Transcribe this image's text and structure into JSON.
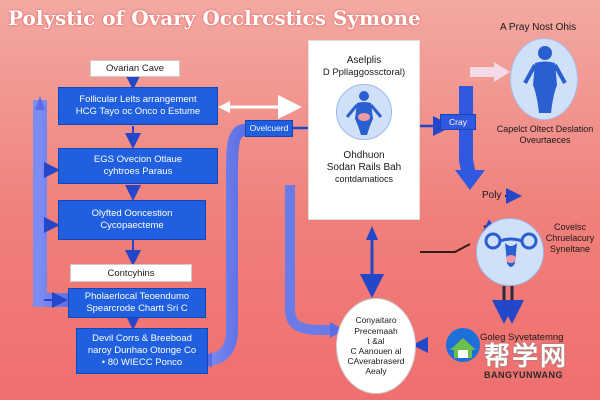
{
  "title": "Polystic of Ovary Occlrcstics Symone",
  "left_column": {
    "header": "Ovarian Cave",
    "box1": [
      "Follicular Lelts arrangement",
      "HCG Tayo oc Onco o Estume"
    ],
    "box2": [
      "EGS Ovecion Otlaue",
      "cyhtroes Paraus"
    ],
    "box3": [
      "Olyfted Ooncestion",
      "Cycopaecteme"
    ],
    "mid_label": "Contcyhins",
    "box4": [
      "Pholaerlocal Teoendumo",
      "Spearcrode Chartt Sri C"
    ],
    "box5": [
      "Devil Corrs & Breeboad",
      "naroy Dunhao Otonge Co",
      "• 80 WIECC Ponco"
    ]
  },
  "center_panel": {
    "heading": [
      "Aselplis",
      "D Ppllaggossctoral)"
    ],
    "caption": [
      "Ohdhuon",
      "Sodan Rails Bah",
      "contdamatiocs"
    ],
    "side_label": "Ovelcuerd"
  },
  "right_top": {
    "title": "A Pray Nost Ohis",
    "arrow_label": "Cray",
    "caption": [
      "Capelct Oltect Deslation",
      "Oveurtaeces"
    ]
  },
  "right_mid": {
    "small_label": "Poly",
    "caption": [
      "Covelsc",
      "Chruelacury",
      "Syneltane"
    ]
  },
  "bottom_center": {
    "lines": [
      "Conyaitaro",
      "Precemaah",
      "t &al",
      "C Aanouen al",
      "CAverabraserd",
      "Aealy"
    ]
  },
  "right_bottom": {
    "label": "Goleg Syvetatemng"
  },
  "watermark": {
    "cn": "帮学网",
    "en": "BANGYUNWANG"
  },
  "colors": {
    "blue": "#1f5fe0",
    "panel_white": "#ffffff",
    "body_light_blue": "#cfe0f8",
    "figure_blue": "#2a5fd0"
  }
}
